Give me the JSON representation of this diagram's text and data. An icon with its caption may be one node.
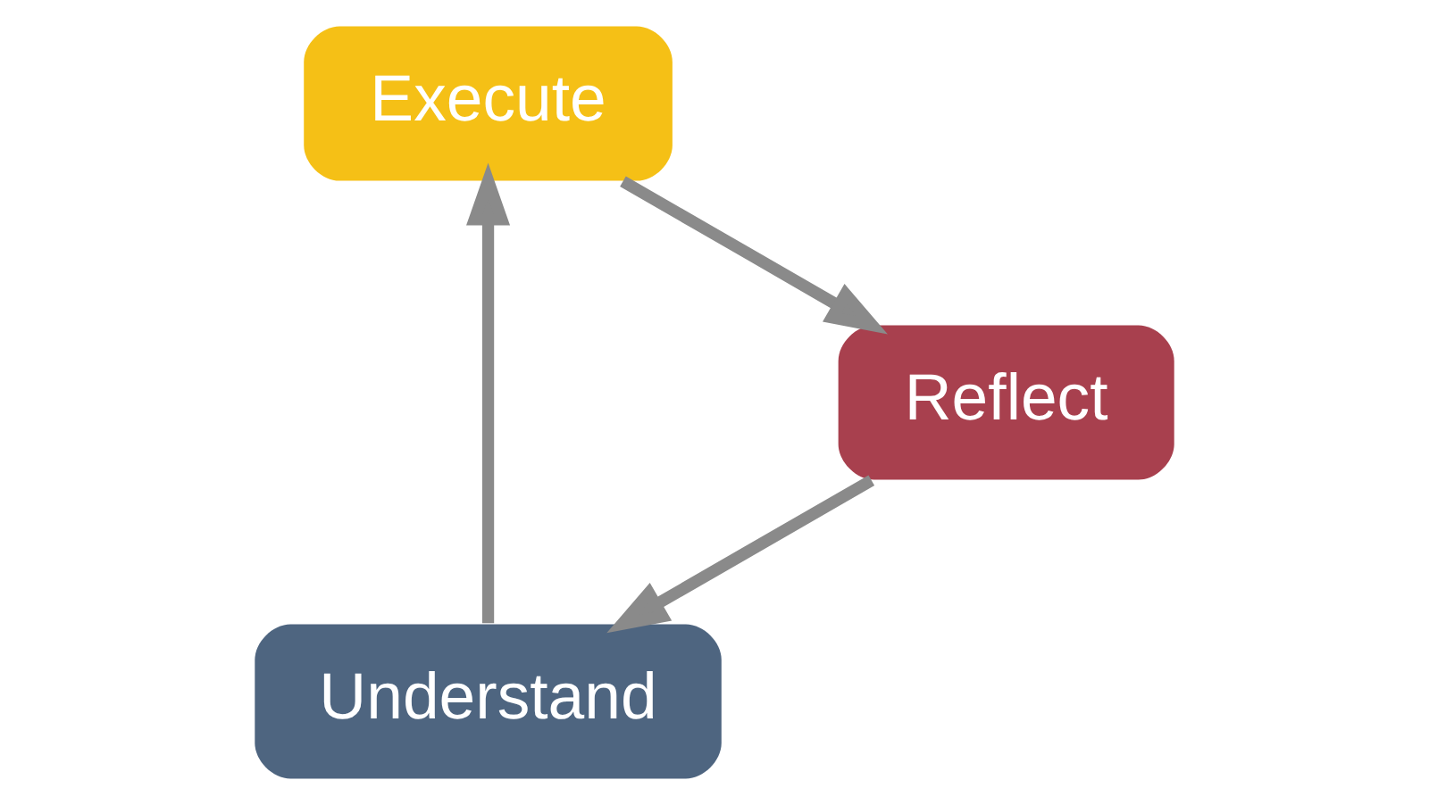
{
  "diagram": {
    "nodes": [
      {
        "text": [
          "Understand"
        ]
      },
      {
        "text": [
          "Execute"
        ]
      },
      {
        "text": [
          "Reflect"
        ]
      }
    ],
    "edges": [
      {
        "from": 0,
        "to": 1,
        "arrow": "to"
      },
      {
        "from": 1,
        "to": 2,
        "arrow": "to"
      },
      {
        "from": 2,
        "to": 0,
        "arrow": "to"
      }
    ]
  }
}
